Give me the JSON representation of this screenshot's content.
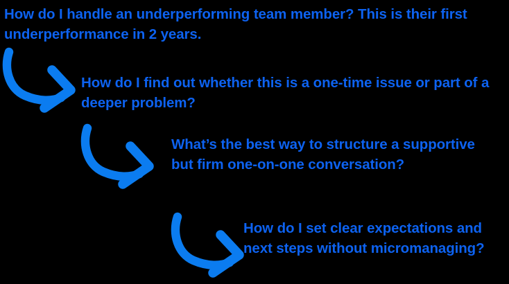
{
  "theme": {
    "background_color": "#000000",
    "text_color": "#0d62f0",
    "arrow_color": "#0b7cf0"
  },
  "thread": {
    "title": "Nested follow-up question thread",
    "questions": [
      {
        "id": "q0",
        "level": 0,
        "text": "How do I handle an underperforming team member? This is their first underperformance in 2 years."
      },
      {
        "id": "q1",
        "level": 1,
        "text": "How do I find out whether this is a one-time issue or part of a deeper problem?"
      },
      {
        "id": "q2",
        "level": 2,
        "text": "What’s the best way to structure a supportive but firm one-on-one conversation?"
      },
      {
        "id": "q3",
        "level": 3,
        "text": "How do I set clear expectations and next steps without micromanaging?"
      }
    ],
    "connectors": [
      {
        "id": "arrow0",
        "from": "q0",
        "to": "q1",
        "icon": "curved-arrow-right-icon"
      },
      {
        "id": "arrow1",
        "from": "q1",
        "to": "q2",
        "icon": "curved-arrow-right-icon"
      },
      {
        "id": "arrow2",
        "from": "q2",
        "to": "q3",
        "icon": "curved-arrow-right-icon"
      }
    ]
  }
}
